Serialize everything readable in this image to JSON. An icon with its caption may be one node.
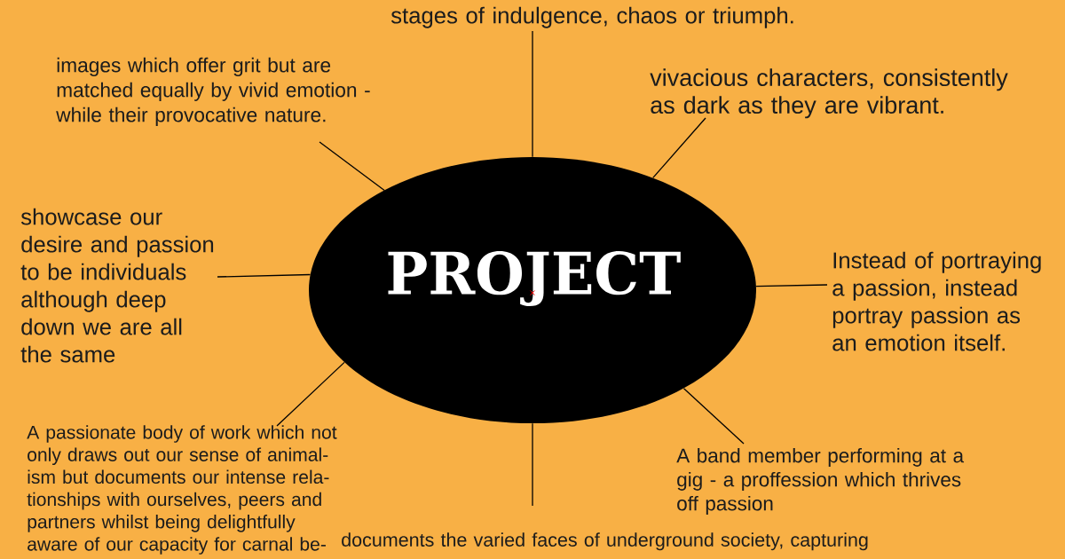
{
  "diagram": {
    "nodes": [
      {
        "text": [
          "PROJECT"
        ]
      },
      {
        "text": [
          "stages of indulgence, chaos or triumph."
        ]
      },
      {
        "text": [
          "images which offer grit but are matched equally by vivid emotion - while their provocative nature."
        ]
      },
      {
        "text": [
          "vivacious characters, consistently as dark as they are vibrant."
        ]
      },
      {
        "text": [
          "showcase our desire and passion to be individuals although deep down we are all the same"
        ]
      },
      {
        "text": [
          "Instead of portraying a passion, instead portray passion as an emotion itself."
        ]
      },
      {
        "text": [
          "A passionate body of work which not only draws out our sense of animal- ism but documents our intense rela- tionships with ourselves, peers and partners whilst being delightfully aware of our capacity for carnal be-"
        ]
      },
      {
        "text": [
          "A band member performing at a gig - a proffession which thrives off passion"
        ]
      },
      {
        "text": [
          "documents the varied faces of underground society, capturing"
        ]
      }
    ],
    "edges": [
      {
        "from": 0,
        "to": 1,
        "arrow": "none"
      },
      {
        "from": 0,
        "to": 2,
        "arrow": "none"
      },
      {
        "from": 0,
        "to": 3,
        "arrow": "none"
      },
      {
        "from": 0,
        "to": 4,
        "arrow": "none"
      },
      {
        "from": 0,
        "to": 5,
        "arrow": "none"
      },
      {
        "from": 0,
        "to": 6,
        "arrow": "none"
      },
      {
        "from": 0,
        "to": 7,
        "arrow": "none"
      },
      {
        "from": 0,
        "to": 8,
        "arrow": "none"
      }
    ]
  }
}
